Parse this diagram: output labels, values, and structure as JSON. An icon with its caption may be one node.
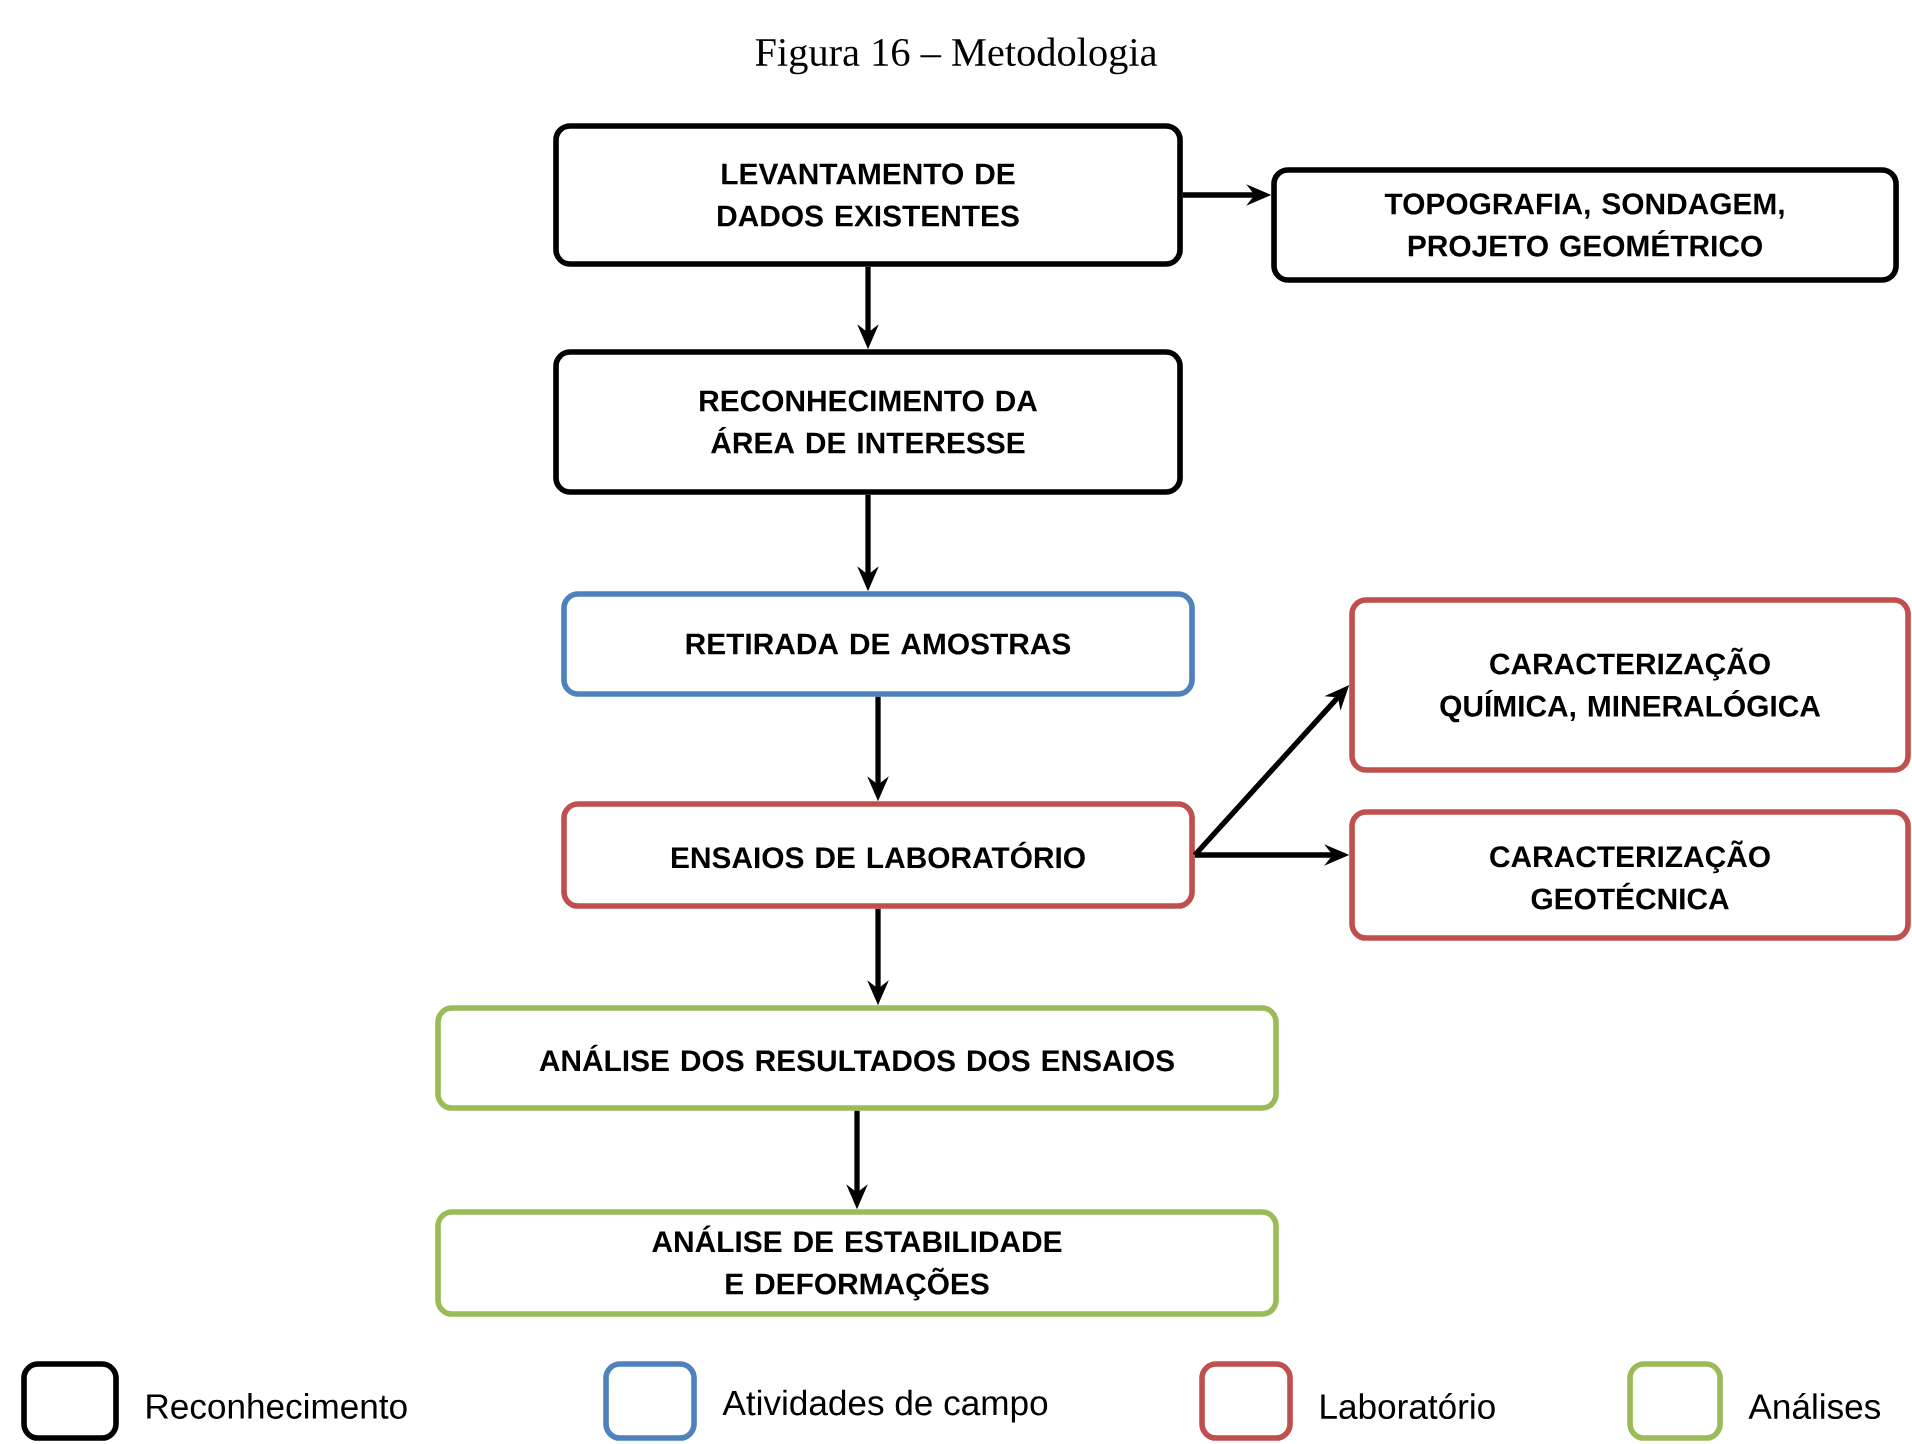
{
  "diagram": {
    "title": "Figura 16 – Metodologia",
    "nodes": [
      {
        "text": [
          "LEVANTAMENTO DE DADOS EXISTENTES"
        ]
      },
      {
        "text": [
          "TOPOGRAFIA, SONDAGEM, PROJETO GEOMÉTRICO"
        ]
      },
      {
        "text": [
          "RECONHECIMENTO DA ÁREA DE INTERESSE"
        ]
      },
      {
        "text": [
          "RETIRADA DE AMOSTRAS"
        ]
      },
      {
        "text": [
          "CARACTERIZAÇÃO QUÍMICA, MINERALÓGICA"
        ]
      },
      {
        "text": [
          "ENSAIOS DE LABORATÓRIO"
        ]
      },
      {
        "text": [
          "CARACTERIZAÇÃO GEOTÉCNICA"
        ]
      },
      {
        "text": [
          "ANÁLISE DOS RESULTADOS DOS ENSAIOS"
        ]
      },
      {
        "text": [
          "ANÁLISE DE ESTABILIDADE E DEFORMAÇÕES"
        ]
      }
    ],
    "edges": [
      {
        "from": 0,
        "to": 1,
        "arrow": "to"
      },
      {
        "from": 0,
        "to": 2,
        "arrow": "to"
      },
      {
        "from": 2,
        "to": 3,
        "arrow": "to"
      },
      {
        "from": 3,
        "to": 5,
        "arrow": "to"
      },
      {
        "from": 5,
        "to": 4,
        "arrow": "to"
      },
      {
        "from": 5,
        "to": 6,
        "arrow": "to"
      },
      {
        "from": 5,
        "to": 7,
        "arrow": "to"
      },
      {
        "from": 7,
        "to": 8,
        "arrow": "to"
      }
    ],
    "legend": [
      {
        "text": "Reconhecimento",
        "color": "#000000"
      },
      {
        "text": "Atividades de campo",
        "color": "#4f81bd"
      },
      {
        "text": "Laboratório",
        "color": "#c0504d"
      },
      {
        "text": "Análises",
        "color": "#9bbb59"
      }
    ]
  }
}
